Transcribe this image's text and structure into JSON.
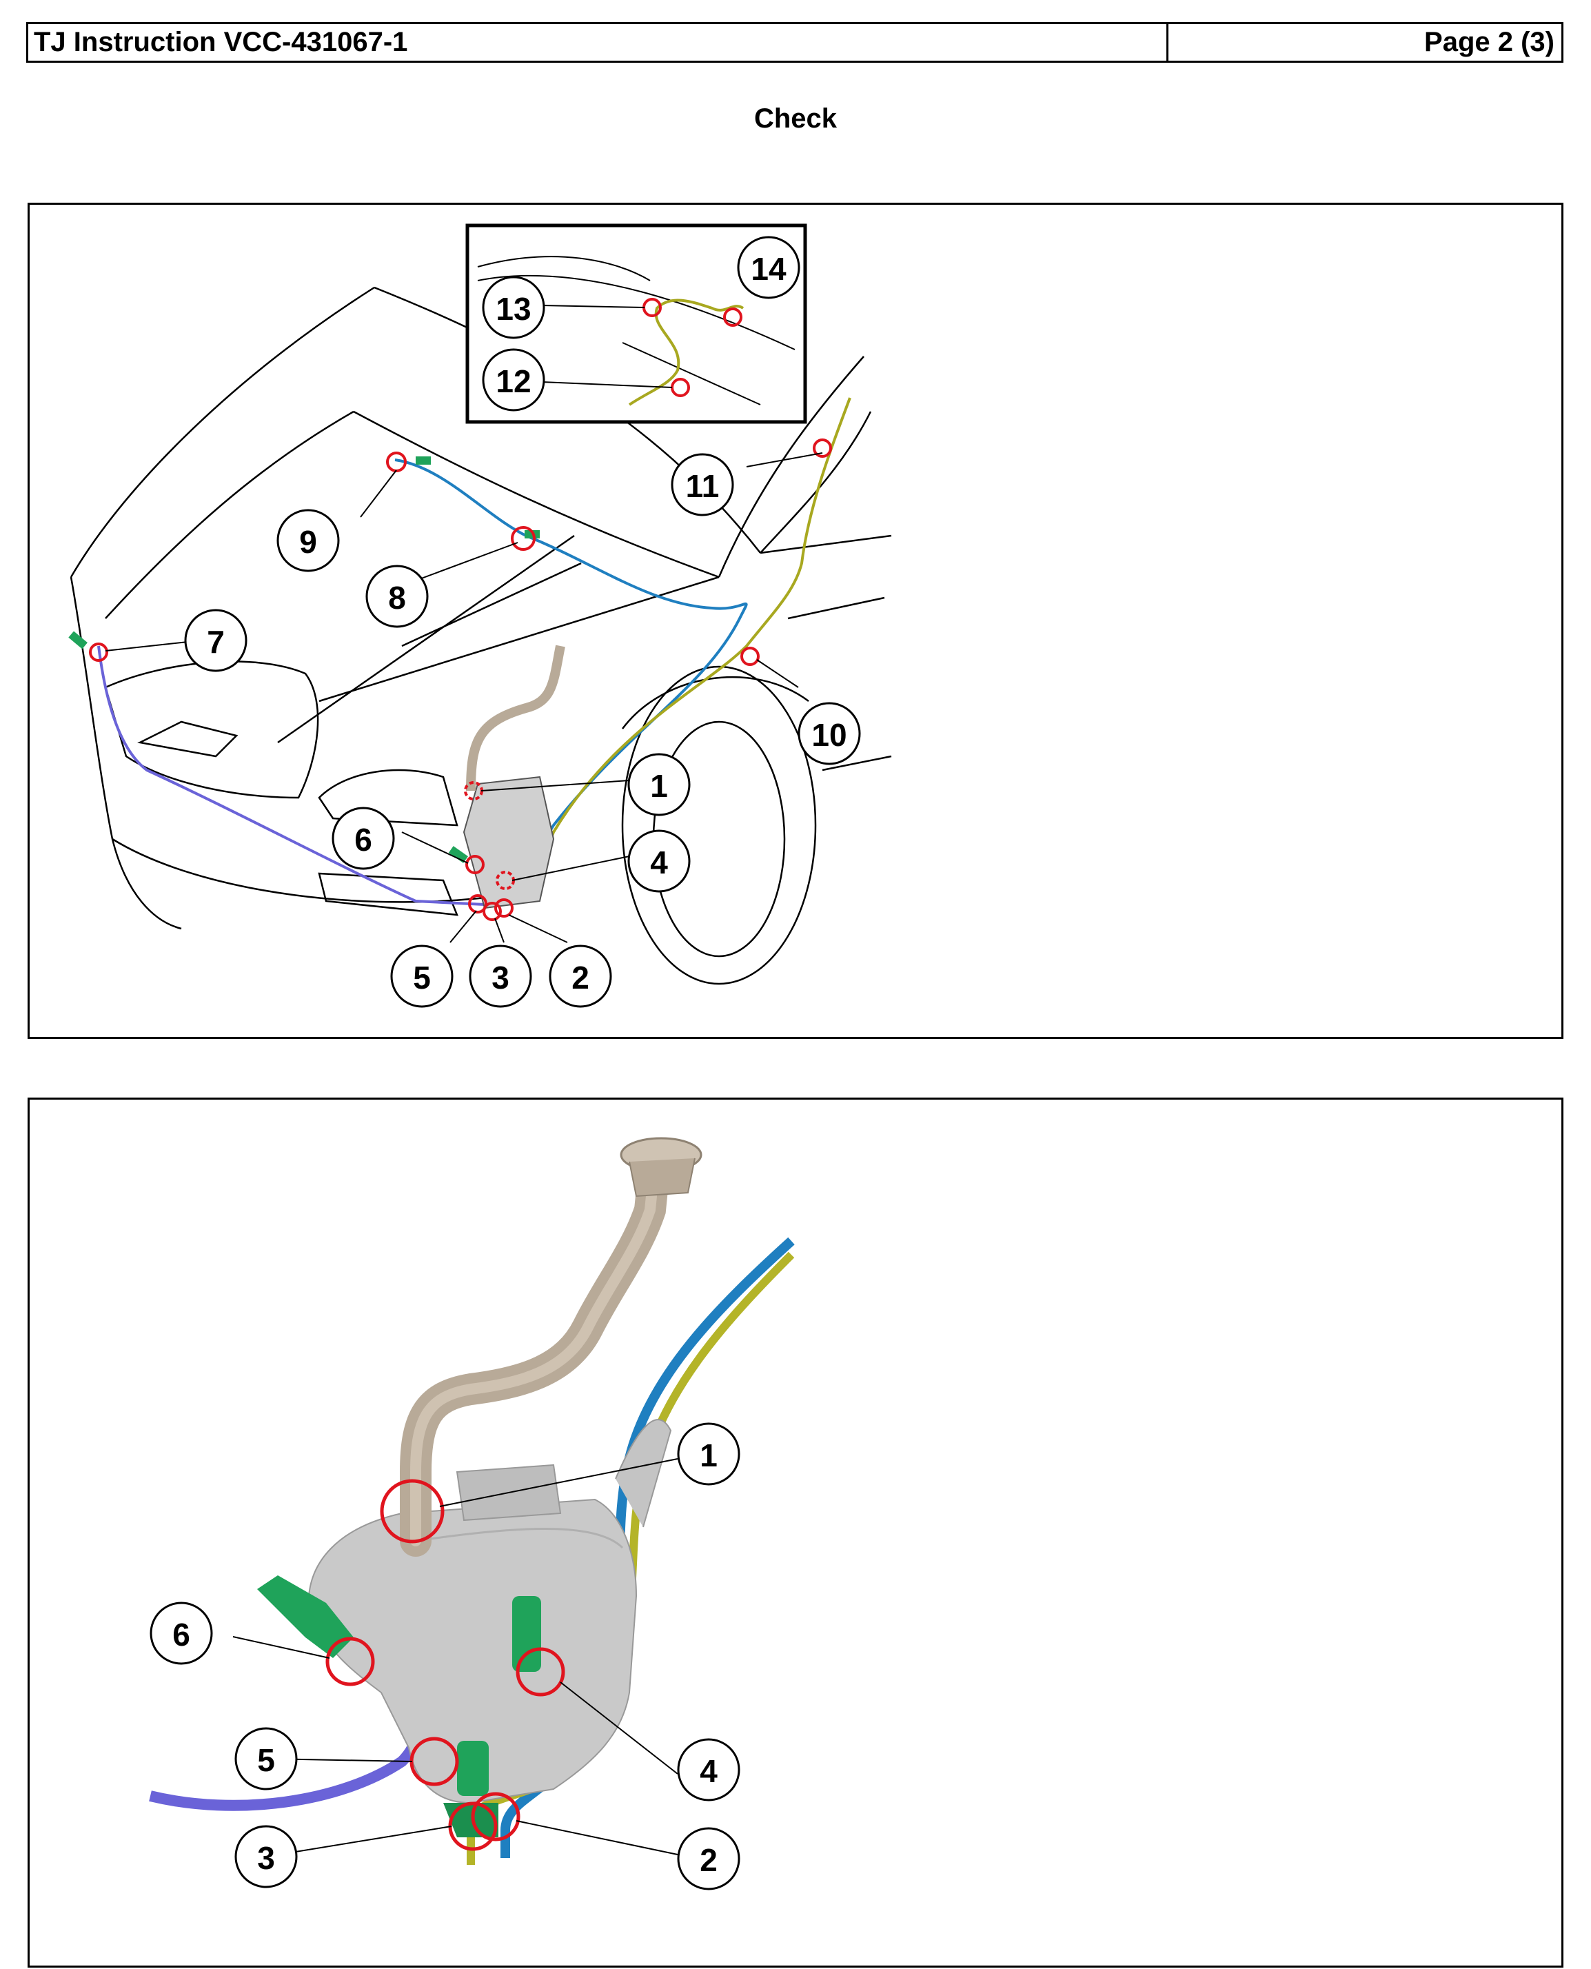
{
  "header": {
    "title": "TJ Instruction VCC-431067-1",
    "page": "Page 2 (3)"
  },
  "section_title": "Check",
  "figure1": {
    "callouts": [
      "1",
      "2",
      "3",
      "4",
      "5",
      "6",
      "7",
      "8",
      "9",
      "10",
      "11",
      "12",
      "13",
      "14"
    ]
  },
  "figure2": {
    "callouts": [
      "1",
      "2",
      "3",
      "4",
      "5",
      "6"
    ]
  },
  "colors": {
    "marker_red": "#e0141e",
    "hose_blue": "#1f7fc0",
    "hose_yellow": "#a8a820",
    "hose_purple": "#6a63d8",
    "nozzle_green": "#1fa35a",
    "filler_tan": "#b8aa98",
    "tank_gray": "#c9c9c9"
  }
}
